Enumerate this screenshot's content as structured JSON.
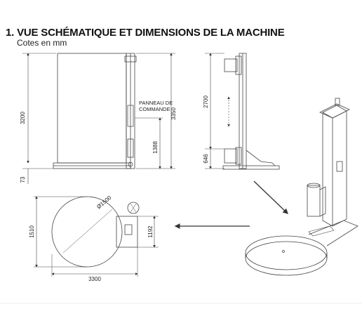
{
  "heading": {
    "title": "1. VUE SCHÉMATIQUE ET DIMENSIONS DE LA MACHINE",
    "subtitle": "Cotes en mm"
  },
  "labels": {
    "control_panel_line1": "PANNEAU DE",
    "control_panel_line2": "COMMANDE"
  },
  "dimensions": {
    "front_height": "3200",
    "front_base": "73",
    "total_height": "3350",
    "panel_height": "1388",
    "travel": "2700",
    "low_position": "646",
    "diameter": "Ø1500",
    "depth": "1510",
    "column_depth": "1192",
    "total_length": "3300"
  }
}
